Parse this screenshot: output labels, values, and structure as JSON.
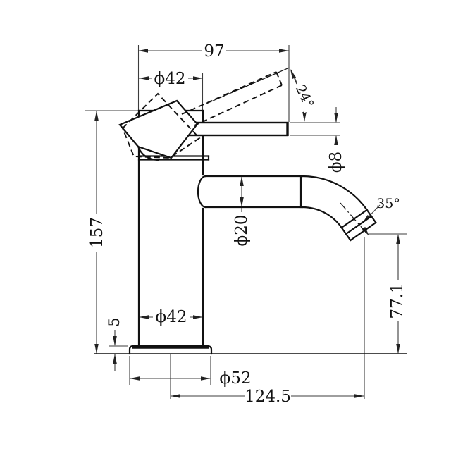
{
  "meta": {
    "description": "Technical dimension drawing of a single-lever basin mixer tap, side view",
    "background": "#ffffff",
    "line_color": "#111111",
    "dim_line_color": "#3c3c3c"
  },
  "dims": {
    "overall_depth": "97",
    "top_diameter": "ϕ42",
    "handle_lift_angle": "24°",
    "top_plate_thickness": "ϕ8",
    "body_height": "157",
    "spout_diameter": "ϕ20",
    "outlet_angle": "35°",
    "outlet_height": "77.1",
    "body_diameter": "ϕ42",
    "base_plate_height": "5",
    "base_diameter": "ϕ52",
    "spout_reach": "124.5"
  }
}
